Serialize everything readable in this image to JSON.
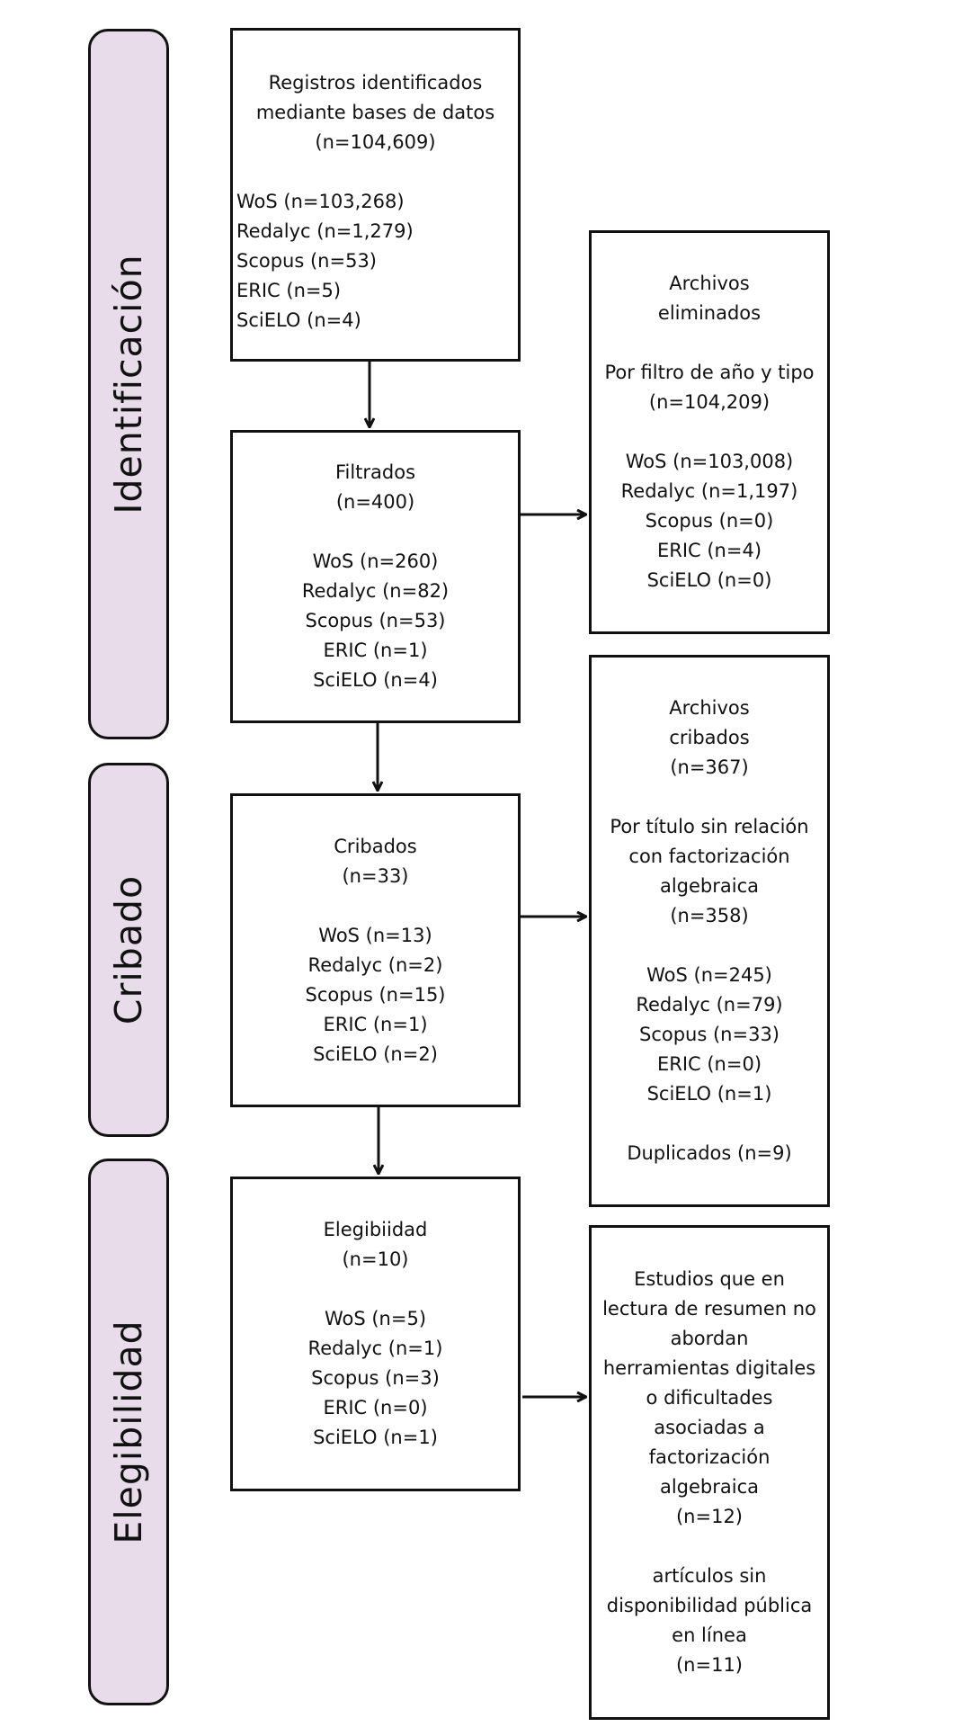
{
  "phases": {
    "identification": "Identificación",
    "screening": "Cribado",
    "eligibility": "Elegibilidad"
  },
  "identified": {
    "title1": "Registros identificados",
    "title2": "mediante bases de datos",
    "count": "(n=104,609)",
    "wos": "WoS (n=103,268)",
    "redalyc": "Redalyc (n=1,279)",
    "scopus": "Scopus (n=53)",
    "eric": "ERIC (n=5)",
    "scielo": "SciELO (n=4)"
  },
  "removed": {
    "title1": "Archivos",
    "title2": "eliminados",
    "reason": "Por filtro de año y tipo",
    "count": "(n=104,209)",
    "wos": "WoS (n=103,008)",
    "redalyc": "Redalyc (n=1,197)",
    "scopus": "Scopus (n=0)",
    "eric": "ERIC (n=4)",
    "scielo": "SciELO (n=0)"
  },
  "filtered": {
    "title": "Filtrados",
    "count": "(n=400)",
    "wos": "WoS (n=260)",
    "redalyc": "Redalyc (n=82)",
    "scopus": "Scopus (n=53)",
    "eric": "ERIC (n=1)",
    "scielo": "SciELO (n=4)"
  },
  "screened_out": {
    "title1": "Archivos",
    "title2": "cribados",
    "count": "(n=367)",
    "reason1": "Por título sin relación",
    "reason2": "con factorización",
    "reason3": "algebraica",
    "reason_count": "(n=358)",
    "wos": "WoS (n=245)",
    "redalyc": "Redalyc (n=79)",
    "scopus": "Scopus (n=33)",
    "eric": "ERIC (n=0)",
    "scielo": "SciELO (n=1)",
    "duplicates": "Duplicados (n=9)"
  },
  "screened": {
    "title": "Cribados",
    "count": "(n=33)",
    "wos": "WoS (n=13)",
    "redalyc": "Redalyc (n=2)",
    "scopus": "Scopus (n=15)",
    "eric": "ERIC (n=1)",
    "scielo": "SciELO (n=2)"
  },
  "eligibility": {
    "title": "Elegibiidad",
    "count": "(n=10)",
    "wos": "WoS (n=5)",
    "redalyc": "Redalyc (n=1)",
    "scopus": "Scopus (n=3)",
    "eric": "ERIC (n=0)",
    "scielo": "SciELO (n=1)"
  },
  "excluded": {
    "line1": "Estudios que en",
    "line2": "lectura de resumen no",
    "line3": "abordan",
    "line4": "herramientas digitales",
    "line5": "o dificultades",
    "line6": "asociadas a",
    "line7": "factorización",
    "line8": "algebraica",
    "count1": "(n=12)",
    "line9": "artículos sin",
    "line10": "disponibilidad pública",
    "line11": "en línea",
    "count2": "(n=11)"
  }
}
